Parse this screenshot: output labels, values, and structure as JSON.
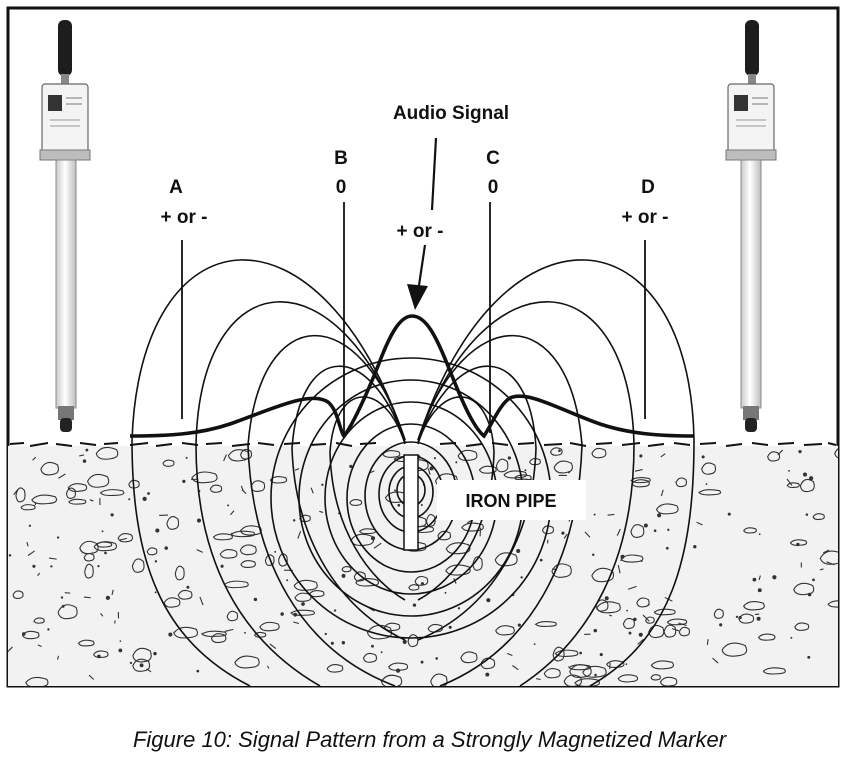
{
  "labels": {
    "audio_signal": "Audio Signal",
    "center_polarity": "+ or -",
    "a": {
      "letter": "A",
      "value": "+ or -"
    },
    "b": {
      "letter": "B",
      "value": "0"
    },
    "c": {
      "letter": "C",
      "value": "0"
    },
    "d": {
      "letter": "D",
      "value": "+ or -"
    }
  },
  "pipe_label": "IRON PIPE",
  "caption": "Figure 10:  Signal Pattern from a Strongly Magnetized Marker",
  "colors": {
    "ink": "#111111",
    "soil": "#f2f2f2",
    "pipe": "#ffffff"
  },
  "icons": [
    "locator-wand-icon",
    "locator-wand-icon"
  ]
}
